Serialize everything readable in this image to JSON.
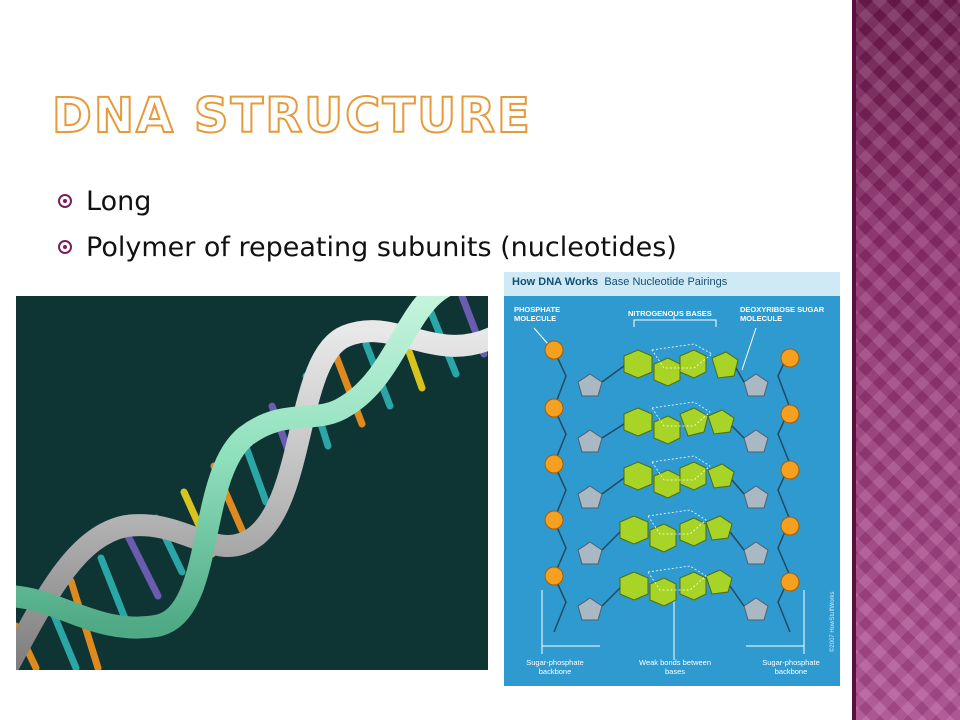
{
  "slide": {
    "title": "DNA Structure",
    "bullets": [
      "Long",
      "Polymer of repeating subunits (nucleotides)"
    ]
  },
  "diagram": {
    "heading_bold": "How DNA Works",
    "heading_rest": "Base Nucleotide Pairings",
    "labels": {
      "phosphate": "PHOSPHATE MOLECULE",
      "bases": "NITROGENOUS BASES",
      "sugar": "DEOXYRIBOSE SUGAR MOLECULE"
    },
    "bottom_labels": {
      "left": "Sugar-phosphate backbone",
      "middle": "Weak bonds between bases",
      "right": "Sugar-phosphate backbone"
    },
    "copyright": "©2007 HowStuffWorks"
  },
  "colors": {
    "band": "#8f2d6d",
    "title_outline": "#e69a3a",
    "bullet": "#7a1f5c",
    "diagram_bg": "#2e9ad0",
    "helix_bg": "#0f3434"
  }
}
